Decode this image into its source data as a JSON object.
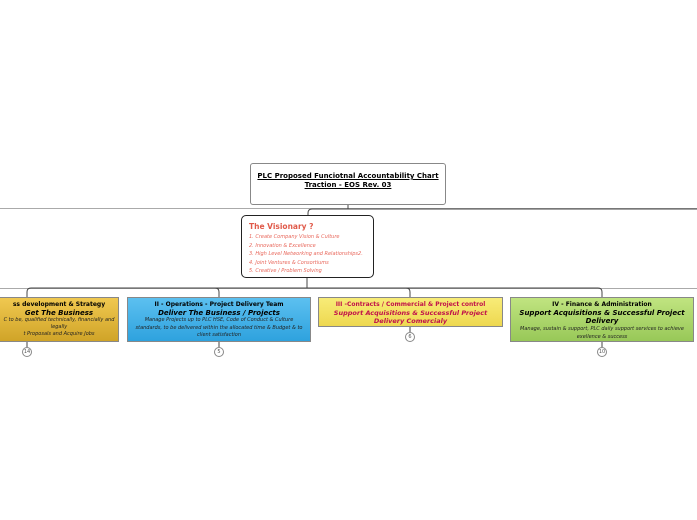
{
  "title": {
    "line1": "PLC Proposed Funciotnal Accountability Chart",
    "line2": "Traction - EOS Rev. 03"
  },
  "visionary": {
    "heading": "The Visionary ?",
    "items": [
      "1. Create Company Vision & Culture",
      "2. Innovation & Excellence",
      "3. High Level Networking and Relationships2.",
      "4. Joint Ventures & Consortiums",
      "5. Creative / Problem Solving"
    ]
  },
  "departments": [
    {
      "heading": "ss development & Strategy",
      "subtitle": "Get The Business",
      "desc1": "C to be, qualified technically, financially and legally",
      "desc2": "t Proposals and Acquire Jobs",
      "badge": "14",
      "color": "#e0b63a"
    },
    {
      "heading": "II - Operations - Project Delivery Team",
      "subtitle": "Deliver The Business / Projects",
      "desc1": "Manage Projects up to PLC HSE, Code of Conduct & Culture standards, to be delivered within the allocated time & Budget & to client satisfaction",
      "badge": "5",
      "color": "#3aaee8"
    },
    {
      "heading": "III -Contracts / Commercial & Project control",
      "subtitle": "Support Acquisitions & Successful Project Delivery Comercialy",
      "badge": "6",
      "color": "#f0e060"
    },
    {
      "heading": "IV - Finance & Administration",
      "subtitle": "Support Acquisitions & Successful Project Delivery",
      "desc1": "Manage, sustain & support, PLC daily support services to achieve exellence & success",
      "badge": "10",
      "color": "#a8d468"
    }
  ]
}
